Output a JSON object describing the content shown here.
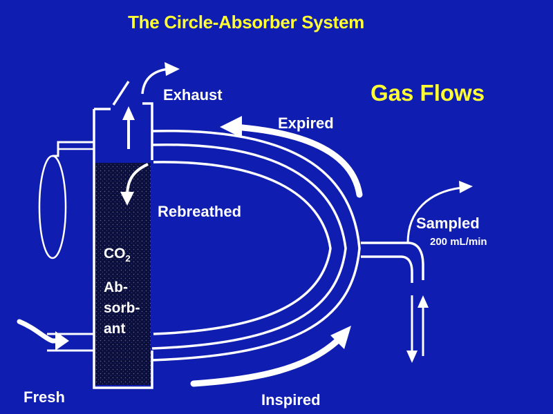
{
  "title": "The Circle-Absorber System",
  "subtitle": "Gas Flows",
  "labels": {
    "exhaust": "Exhaust",
    "expired": "Expired",
    "rebreathed": "Rebreathed",
    "sampled": "Sampled",
    "sample_rate": "200 mL/min",
    "fresh": "Fresh",
    "inspired": "Inspired",
    "absorbant_co": "CO",
    "absorbant_sub": "2",
    "absorbant_line1": "Ab-",
    "absorbant_line2": "sorb-",
    "absorbant_line3": "ant"
  },
  "colors": {
    "background": "#0f1db0",
    "title": "#ffff33",
    "lines": "#ffffff",
    "canister_fill": "#0b0f3a"
  }
}
